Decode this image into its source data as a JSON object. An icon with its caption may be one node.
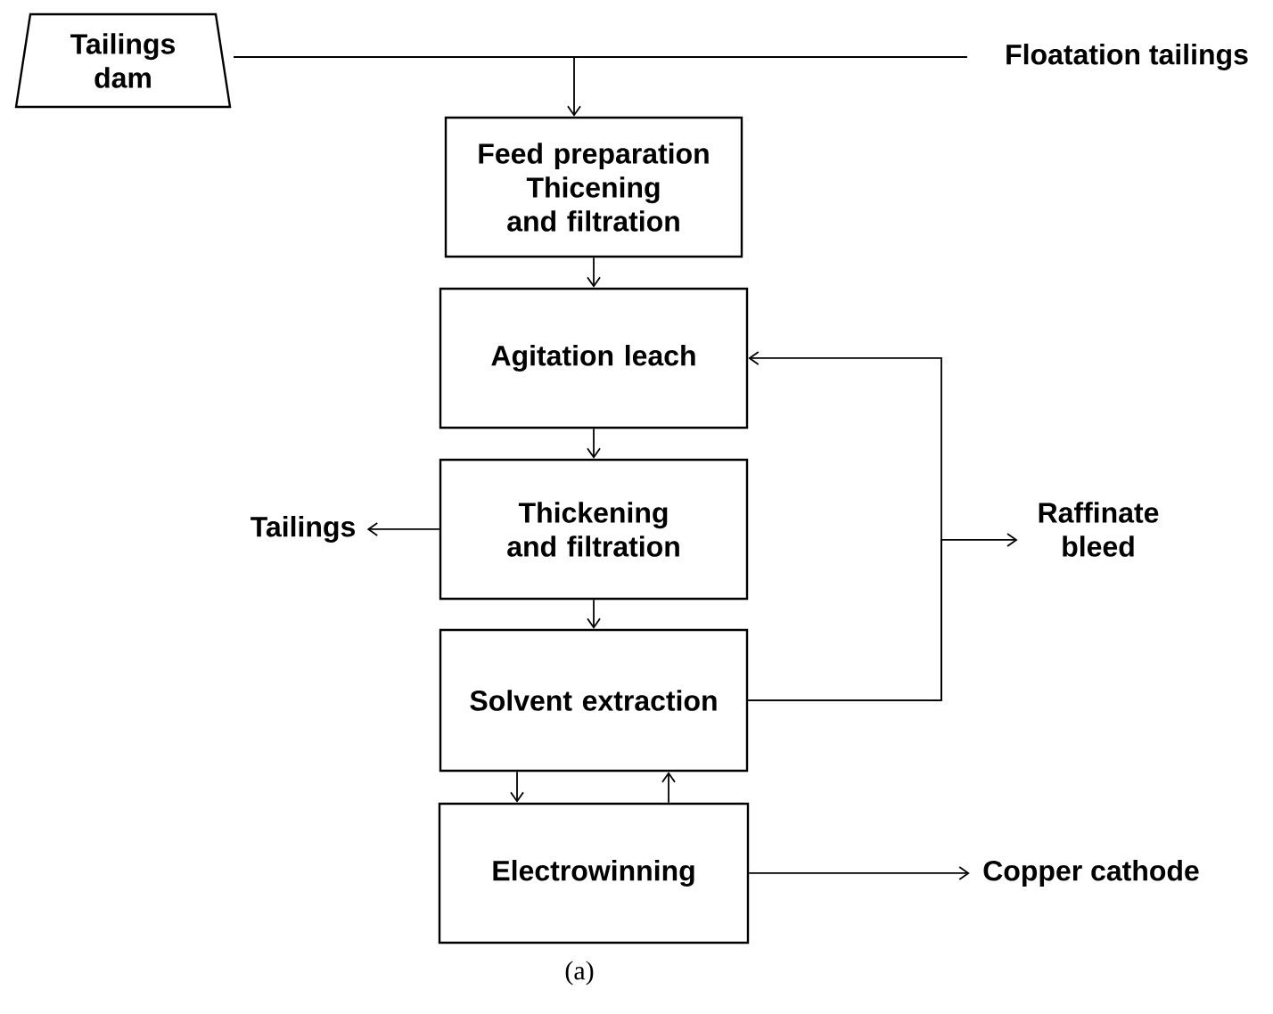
{
  "diagram": {
    "caption": "(a)",
    "nodes": [
      {
        "text": [
          "Tailings dam"
        ]
      },
      {
        "text": [
          "Floatation tailings"
        ]
      },
      {
        "text": [
          "Feed preparation Thicening and filtration"
        ]
      },
      {
        "text": [
          "Agitation leach"
        ]
      },
      {
        "text": [
          "Thickening and filtration"
        ]
      },
      {
        "text": [
          "Solvent extraction"
        ]
      },
      {
        "text": [
          "Electrowinning"
        ]
      },
      {
        "text": [
          "Tailings"
        ]
      },
      {
        "text": [
          "Raffinate bleed"
        ]
      },
      {
        "text": [
          "Copper cathode"
        ]
      }
    ],
    "edges": [
      {
        "from": 1,
        "to": 0,
        "arrow": "none"
      },
      {
        "from": 1,
        "to": 2,
        "arrow": "to"
      },
      {
        "from": 2,
        "to": 3,
        "arrow": "to"
      },
      {
        "from": 3,
        "to": 4,
        "arrow": "to"
      },
      {
        "from": 4,
        "to": 5,
        "arrow": "to"
      },
      {
        "from": 5,
        "to": 6,
        "arrow": "to"
      },
      {
        "from": 6,
        "to": 5,
        "arrow": "to"
      },
      {
        "from": 4,
        "to": 7,
        "arrow": "to"
      },
      {
        "from": 5,
        "to": 3,
        "arrow": "to"
      },
      {
        "from": 5,
        "to": 8,
        "arrow": "to"
      },
      {
        "from": 6,
        "to": 9,
        "arrow": "to"
      }
    ]
  }
}
